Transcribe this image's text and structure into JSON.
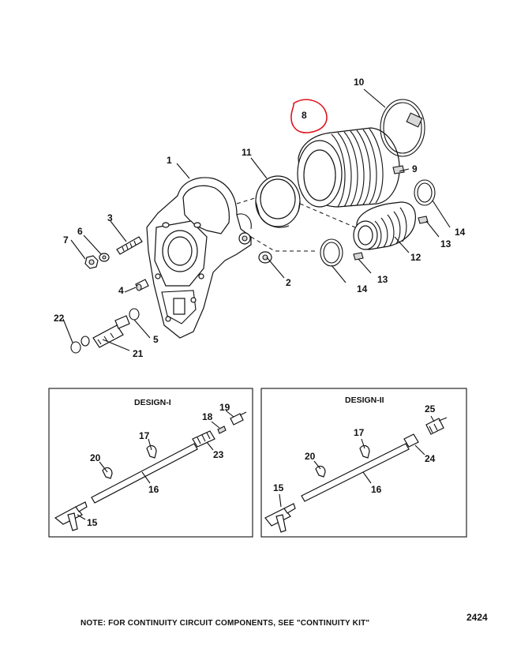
{
  "diagram": {
    "callouts": [
      {
        "id": "c1",
        "text": "1"
      },
      {
        "id": "c2",
        "text": "2"
      },
      {
        "id": "c3",
        "text": "3"
      },
      {
        "id": "c4",
        "text": "4"
      },
      {
        "id": "c5",
        "text": "5"
      },
      {
        "id": "c6",
        "text": "6"
      },
      {
        "id": "c7",
        "text": "7"
      },
      {
        "id": "c8",
        "text": "8"
      },
      {
        "id": "c9",
        "text": "9"
      },
      {
        "id": "c10",
        "text": "10"
      },
      {
        "id": "c11",
        "text": "11"
      },
      {
        "id": "c12",
        "text": "12"
      },
      {
        "id": "c13a",
        "text": "13"
      },
      {
        "id": "c13b",
        "text": "13"
      },
      {
        "id": "c14a",
        "text": "14"
      },
      {
        "id": "c14b",
        "text": "14"
      },
      {
        "id": "c21",
        "text": "21"
      },
      {
        "id": "c22",
        "text": "22"
      }
    ],
    "design1": {
      "title": "DESIGN-I",
      "callouts": [
        {
          "id": "d1_15",
          "text": "15"
        },
        {
          "id": "d1_16",
          "text": "16"
        },
        {
          "id": "d1_17",
          "text": "17"
        },
        {
          "id": "d1_18",
          "text": "18"
        },
        {
          "id": "d1_19",
          "text": "19"
        },
        {
          "id": "d1_20",
          "text": "20"
        },
        {
          "id": "d1_23",
          "text": "23"
        }
      ]
    },
    "design2": {
      "title": "DESIGN-II",
      "callouts": [
        {
          "id": "d2_15",
          "text": "15"
        },
        {
          "id": "d2_16",
          "text": "16"
        },
        {
          "id": "d2_17",
          "text": "17"
        },
        {
          "id": "d2_20",
          "text": "20"
        },
        {
          "id": "d2_24",
          "text": "24"
        },
        {
          "id": "d2_25",
          "text": "25"
        }
      ]
    },
    "note": "NOTE:  FOR CONTINUITY CIRCUIT COMPONENTS, SEE \"CONTINUITY KIT\"",
    "figure_number": "2424",
    "highlight_color": "#e0141e"
  }
}
